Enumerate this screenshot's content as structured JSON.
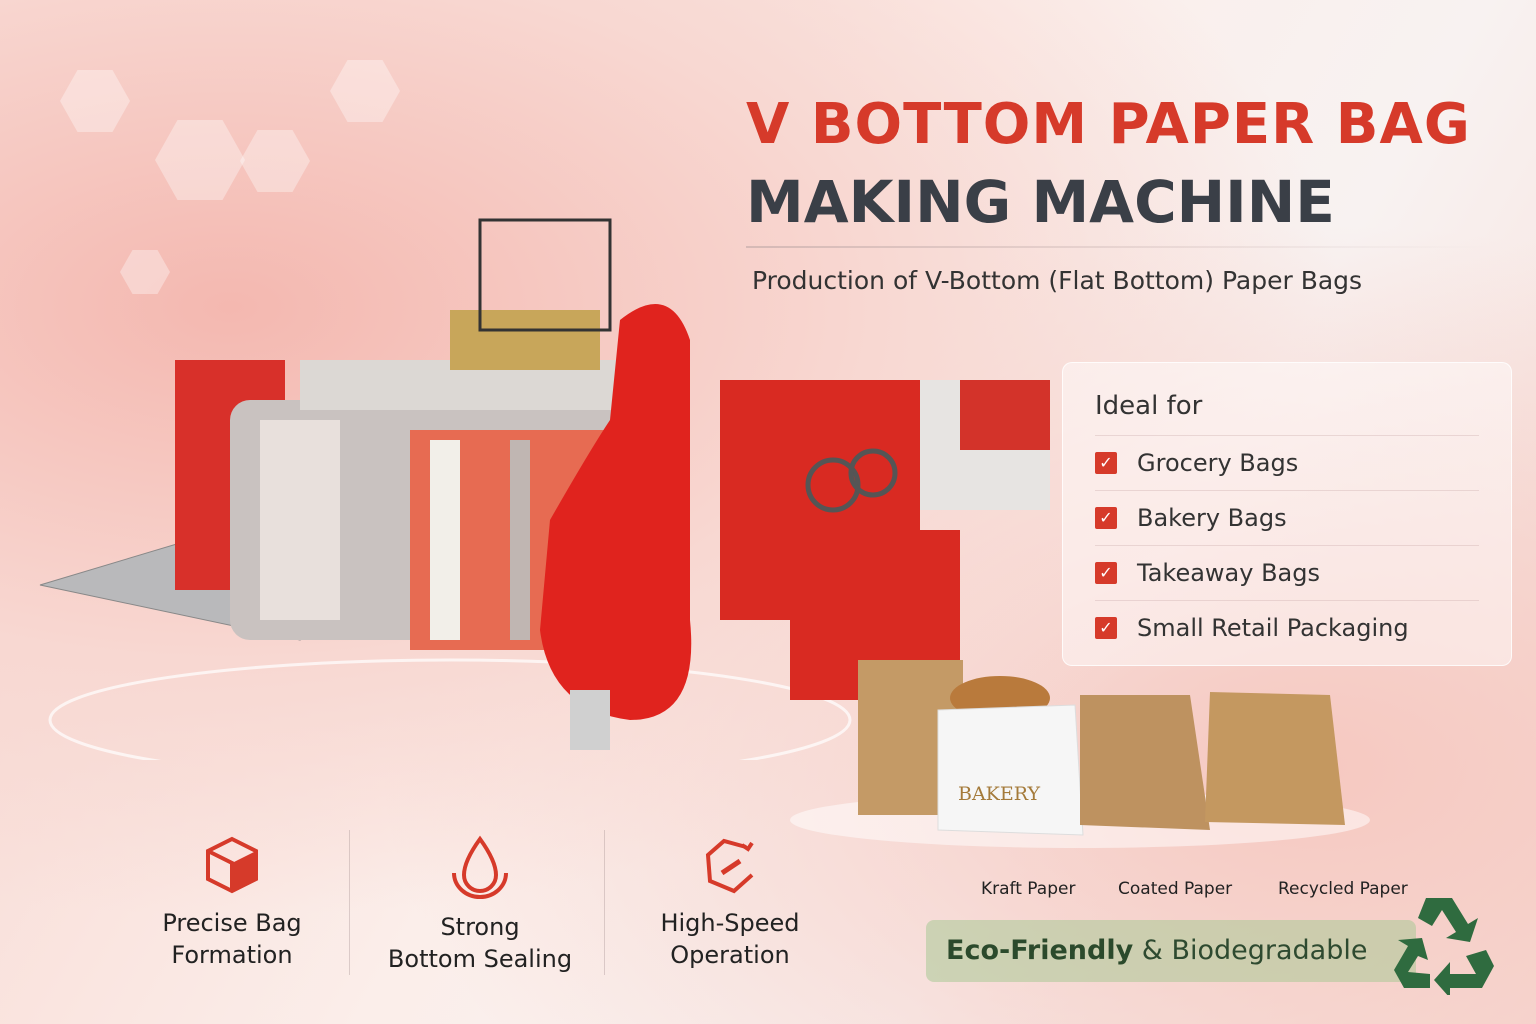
{
  "header": {
    "title_line1": "V BOTTOM PAPER BAG",
    "title_line2": "MAKING MACHINE",
    "subtitle": "Production of V-Bottom (Flat Bottom) Paper Bags"
  },
  "ideal_for": {
    "heading": "Ideal for",
    "items": [
      "Grocery Bags",
      "Bakery Bags",
      "Takeaway Bags",
      "Small Retail Packaging"
    ],
    "check_icon": "✓"
  },
  "features": [
    {
      "icon": "cube-icon",
      "line1": "Precise Bag",
      "line2": "Formation"
    },
    {
      "icon": "drop-icon",
      "line1": "Strong",
      "line2": "Bottom Sealing"
    },
    {
      "icon": "speed-icon",
      "line1": "High-Speed",
      "line2": "Operation"
    }
  ],
  "papers": [
    "Kraft Paper",
    "Coated Paper",
    "Recycled Paper"
  ],
  "eco": {
    "bold": "Eco-Friendly",
    "rest": " & Biodegradable"
  },
  "bag_label": "BAKERY",
  "colors": {
    "accent": "#d63a2a",
    "dark": "#3a3f47",
    "eco_green": "#2f6b3f"
  }
}
